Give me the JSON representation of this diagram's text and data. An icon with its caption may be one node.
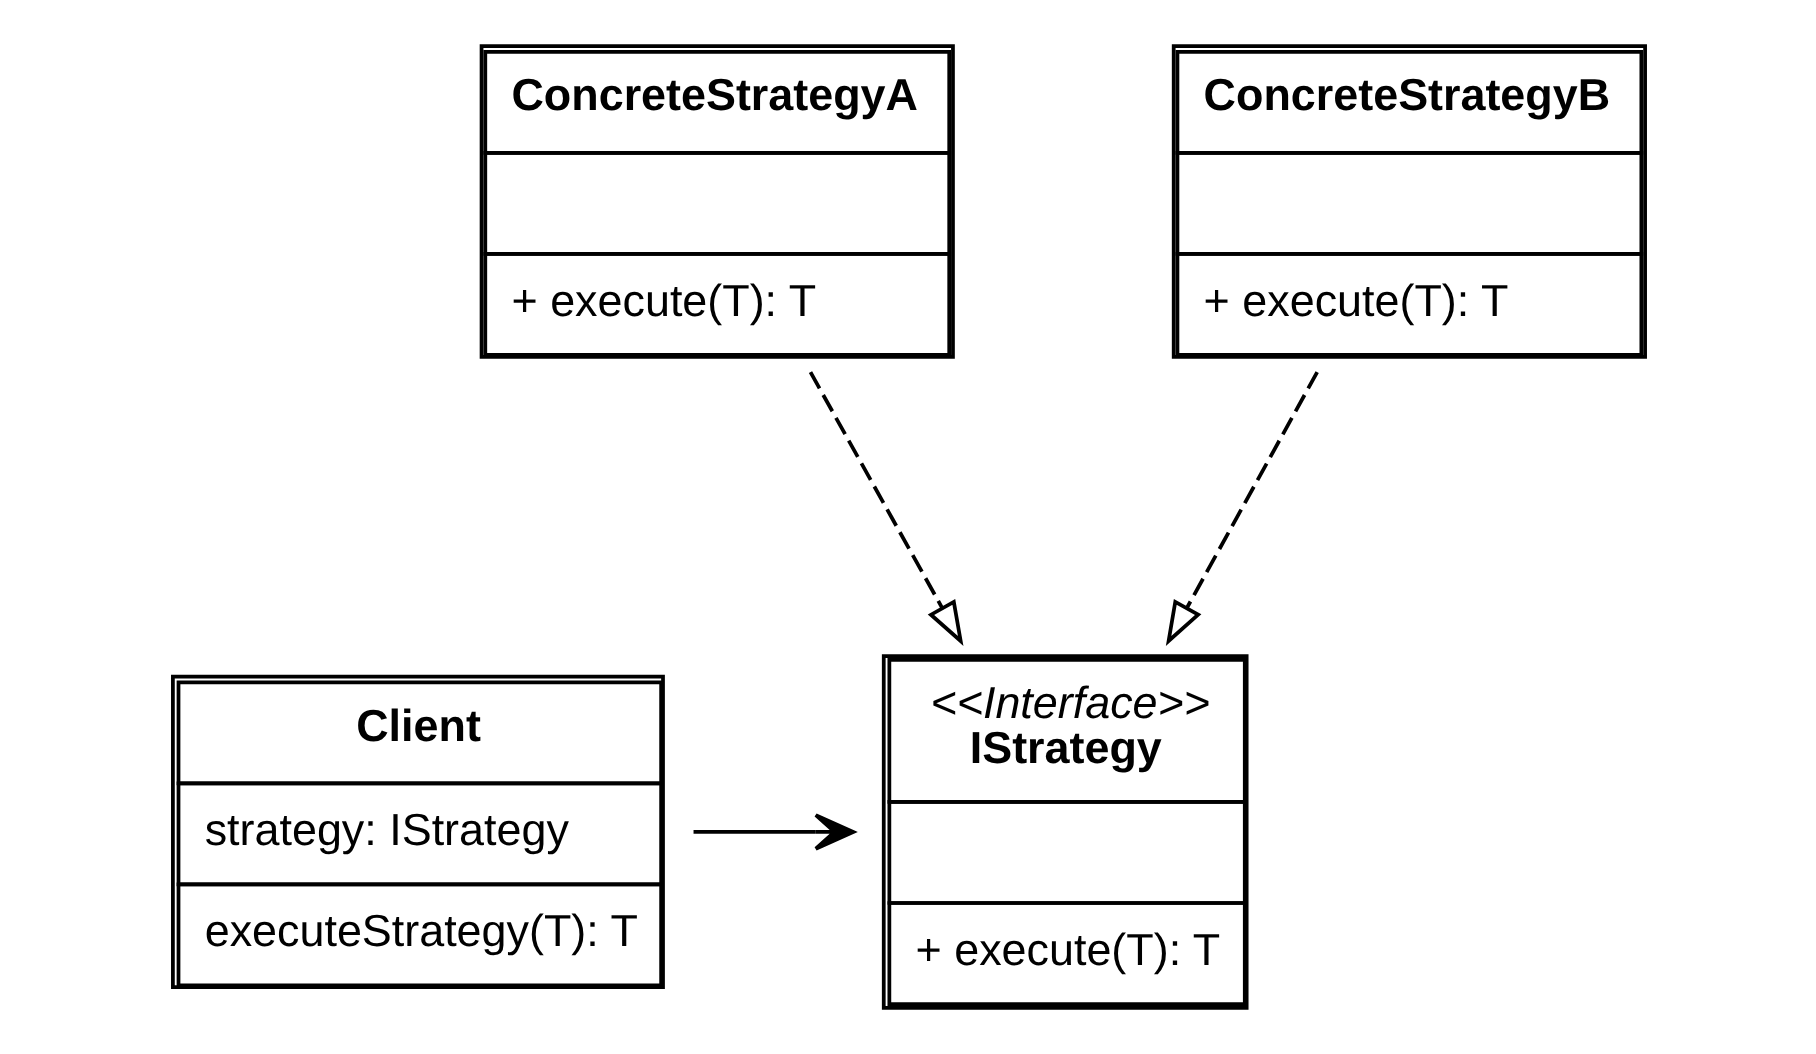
{
  "diagram": {
    "nodes": [
      {
        "text": [
          "Client",
          "strategy: IStrategy",
          "executeStrategy(T): T"
        ]
      },
      {
        "text": [
          "<<Interface>>",
          "IStrategy",
          "+ execute(T): T"
        ]
      },
      {
        "text": [
          "ConcreteStrategyA",
          "+ execute(T): T"
        ]
      },
      {
        "text": [
          "ConcreteStrategyB",
          "+ execute(T): T"
        ]
      }
    ],
    "edges": [
      {
        "from": 0,
        "to": 1,
        "arrow": "to"
      },
      {
        "from": 2,
        "to": 1,
        "arrow": "to",
        "style": "dashed"
      },
      {
        "from": 3,
        "to": 1,
        "arrow": "to",
        "style": "dashed"
      }
    ]
  }
}
